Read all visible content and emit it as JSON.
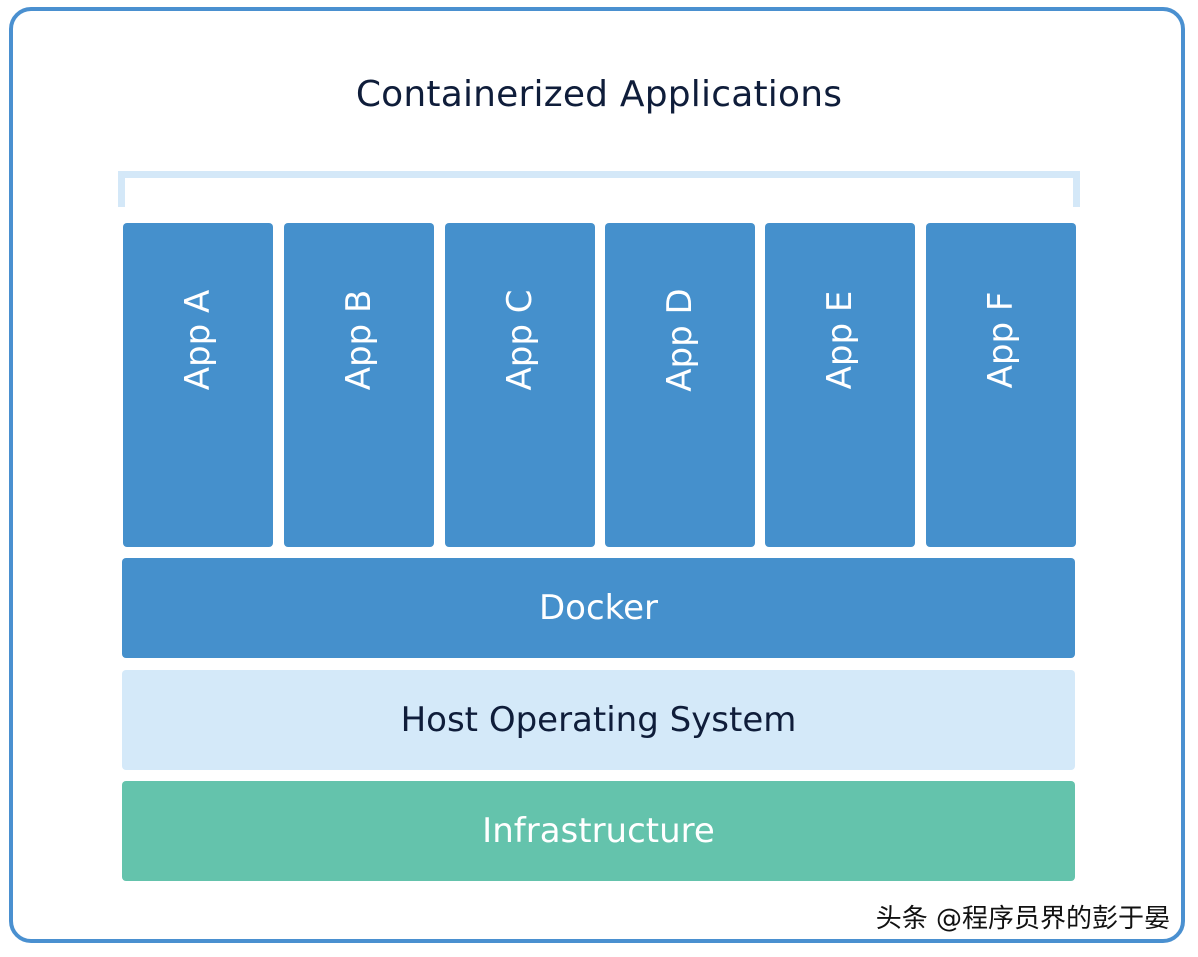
{
  "title": "Containerized Applications",
  "apps": [
    {
      "label": "App A"
    },
    {
      "label": "App B"
    },
    {
      "label": "App C"
    },
    {
      "label": "App D"
    },
    {
      "label": "App E"
    },
    {
      "label": "App F"
    }
  ],
  "layers": {
    "docker": "Docker",
    "host_os": "Host Operating System",
    "infrastructure": "Infrastructure"
  },
  "watermark": "头条 @程序员界的彭于晏",
  "colors": {
    "frame": "#4a90d0",
    "app_block": "#4590cc",
    "docker": "#4590cc",
    "host_os": "#d4e9f9",
    "infrastructure": "#64c3ac",
    "bracket": "#d4e8f8",
    "title_text": "#0f1d3a"
  }
}
